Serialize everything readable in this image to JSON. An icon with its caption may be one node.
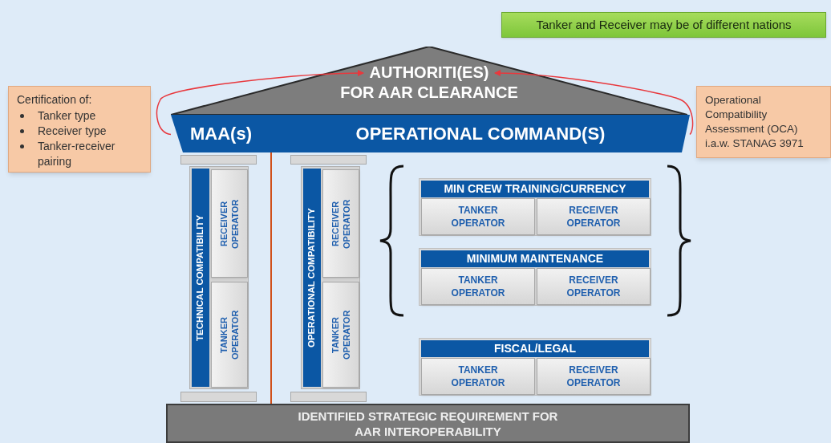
{
  "diagram": {
    "nodes": [
      {
        "text": [
          "Tanker and Receiver may be of different nations"
        ]
      },
      {
        "text": [
          "Certification of:",
          "Tanker type",
          "Receiver type",
          "Tanker-receiver pairing"
        ]
      },
      {
        "text": [
          "AUTHORITI(ES) FOR AAR CLEARANCE"
        ]
      },
      {
        "text": [
          "MAA(s)"
        ]
      },
      {
        "text": [
          "OPERATIONAL COMMAND(S)"
        ]
      },
      {
        "text": [
          "Operational Compatibility Assessment (OCA) i.a.w. STANAG 3971"
        ]
      },
      {
        "text": [
          "TECHNICAL COMPATIBILITY"
        ]
      },
      {
        "text": [
          "RECEIVER OPERATOR"
        ],
        "in": 6
      },
      {
        "text": [
          "TANKER OPERATOR"
        ],
        "in": 6
      },
      {
        "text": [
          "OPERATIONAL COMPATIBILITY"
        ]
      },
      {
        "text": [
          "RECEIVER OPERATOR"
        ],
        "in": 9
      },
      {
        "text": [
          "TANKER OPERATOR"
        ],
        "in": 9
      },
      {
        "text": [
          "MIN CREW TRAINING/CURRENCY"
        ]
      },
      {
        "text": [
          "TANKER OPERATOR"
        ],
        "in": 12
      },
      {
        "text": [
          "RECEIVER OPERATOR"
        ],
        "in": 12
      },
      {
        "text": [
          "MINIMUM MAINTENANCE"
        ]
      },
      {
        "text": [
          "TANKER OPERATOR"
        ],
        "in": 15
      },
      {
        "text": [
          "RECEIVER OPERATOR"
        ],
        "in": 15
      },
      {
        "text": [
          "FISCAL/LEGAL"
        ]
      },
      {
        "text": [
          "TANKER OPERATOR"
        ],
        "in": 18
      },
      {
        "text": [
          "RECEIVER OPERATOR"
        ],
        "in": 18
      },
      {
        "text": [
          "IDENTIFIED STRATEGIC REQUIREMENT FOR AAR INTEROPERABILITY"
        ]
      }
    ],
    "edges": [
      {
        "from": 3,
        "to": 2,
        "arrow": "to",
        "color": "#e8383d"
      },
      {
        "from": 4,
        "to": 2,
        "arrow": "to",
        "color": "#e8383d"
      }
    ]
  }
}
